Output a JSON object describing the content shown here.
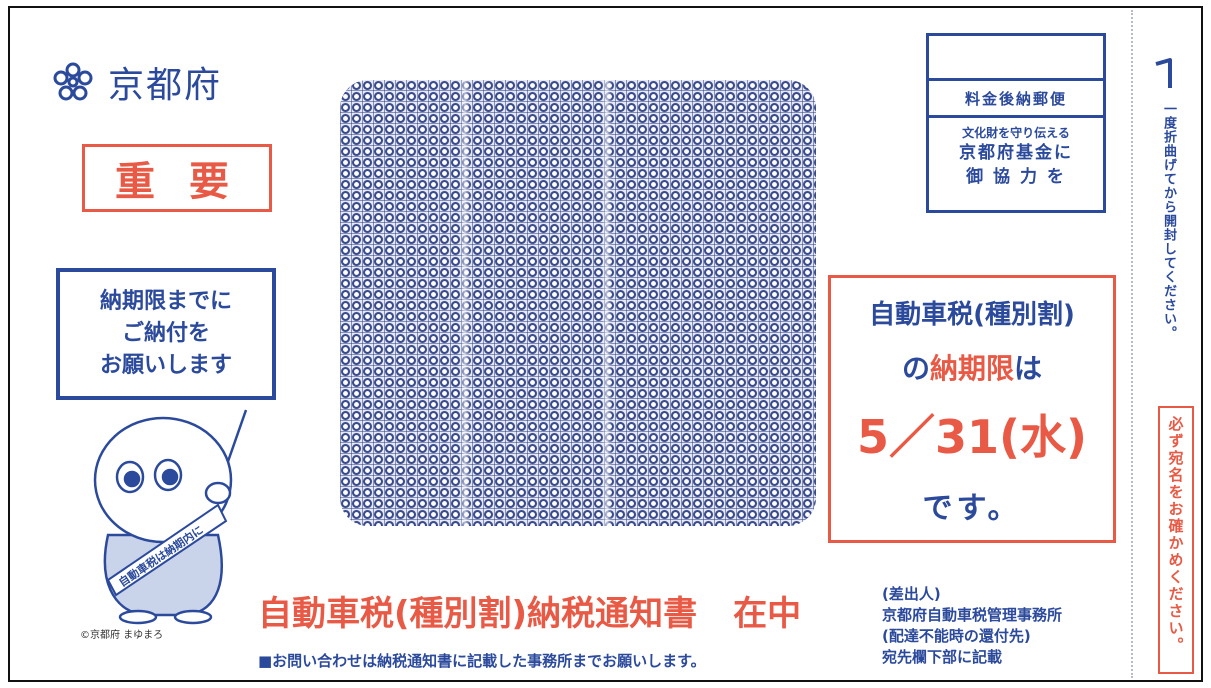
{
  "header": {
    "org_name": "京都府"
  },
  "important_label": "重 要",
  "request_box": {
    "lines": [
      "納期限までに",
      "ご納付を",
      "お願いします"
    ]
  },
  "mascot": {
    "sash_text": "自動車税は納期内に",
    "credit": "©京都府 まゆまろ"
  },
  "postage": {
    "label": "料金後納郵便",
    "slogan_small": "文化財を守り伝える",
    "slogan_line2": "京都府基金に",
    "slogan_line3": "御 協 力 を"
  },
  "deadline_box": {
    "line1": "自動車税(種別割)",
    "line2_pre": "の",
    "line2_highlight": "納期限",
    "line2_post": "は",
    "date": "5／31(水)",
    "line4": "です。"
  },
  "footer": {
    "title": "自動車税(種別割)納税通知書",
    "title_suffix": "在中",
    "inquiry": "■お問い合わせは納税通知書に記載した事務所までお願いします。"
  },
  "sender": {
    "label": "(差出人)",
    "office": "京都府自動車税管理事務所",
    "return_label": "(配達不能時の還付先)",
    "return_note": "宛先欄下部に記載"
  },
  "side": {
    "fold_note": "一度折曲げてから開封してください。",
    "confirm_note": "必ず宛名をお確かめください。"
  },
  "colors": {
    "blue": "#2c4a9c",
    "red": "#e85a45"
  }
}
